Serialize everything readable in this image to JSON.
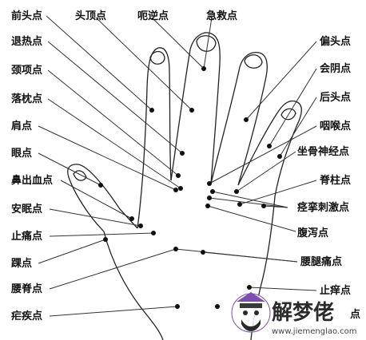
{
  "diagram": {
    "labels": {
      "qiantou": "前头点",
      "touding": "头顶点",
      "enie": "呃逆点",
      "jijiu": "急救点",
      "tuire": "退热点",
      "jingxiang": "颈项点",
      "laozhen": "落枕点",
      "jian": "肩点",
      "yan": "眼点",
      "bichuxue": "鼻出血点",
      "anmian": "安眠点",
      "zhitong": "止痛点",
      "huai": "踝点",
      "yaoji": "腰脊点",
      "nueji": "疟疾点",
      "piantou": "偏头点",
      "huiyin": "会阴点",
      "houtou": "后头点",
      "yanhou": "咽喉点",
      "zuogushenjing": "坐骨神经点",
      "jizhu": "脊柱点",
      "jingluancijizhi": "痉挛刺激点",
      "fuxie": "腹泻点",
      "yaotuitong": "腰腿痛点",
      "zhiyang": "止痒点",
      "last_right": "点"
    }
  },
  "watermark": {
    "brand": "解梦佬",
    "url": "www.jiemenglao.com"
  }
}
